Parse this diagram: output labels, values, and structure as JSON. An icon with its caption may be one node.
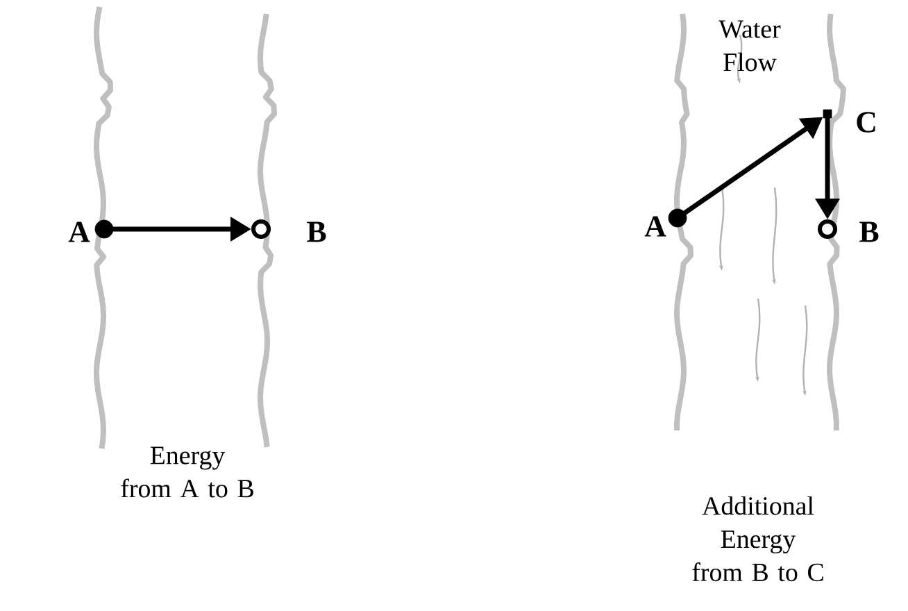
{
  "diagram": {
    "nodes": [
      {
        "text": [],
        "shape": "circle",
        "beside": [
          "A"
        ]
      },
      {
        "text": [],
        "shape": "circle",
        "beside": [
          "B"
        ]
      },
      {
        "text": [],
        "shape": "circle",
        "beside": [
          "A"
        ]
      },
      {
        "text": [],
        "shape": "box",
        "beside": [
          "C"
        ]
      },
      {
        "text": [],
        "shape": "circle",
        "beside": [
          "B"
        ]
      }
    ],
    "edges": [
      {
        "from": 0,
        "to": 1,
        "arrow": "to"
      },
      {
        "from": 2,
        "to": 3,
        "arrow": "to"
      },
      {
        "from": 3,
        "to": 4,
        "arrow": "to"
      }
    ],
    "labels": [
      "Energy from A to B",
      "Water Flow",
      "Additional Energy from B to C"
    ]
  }
}
